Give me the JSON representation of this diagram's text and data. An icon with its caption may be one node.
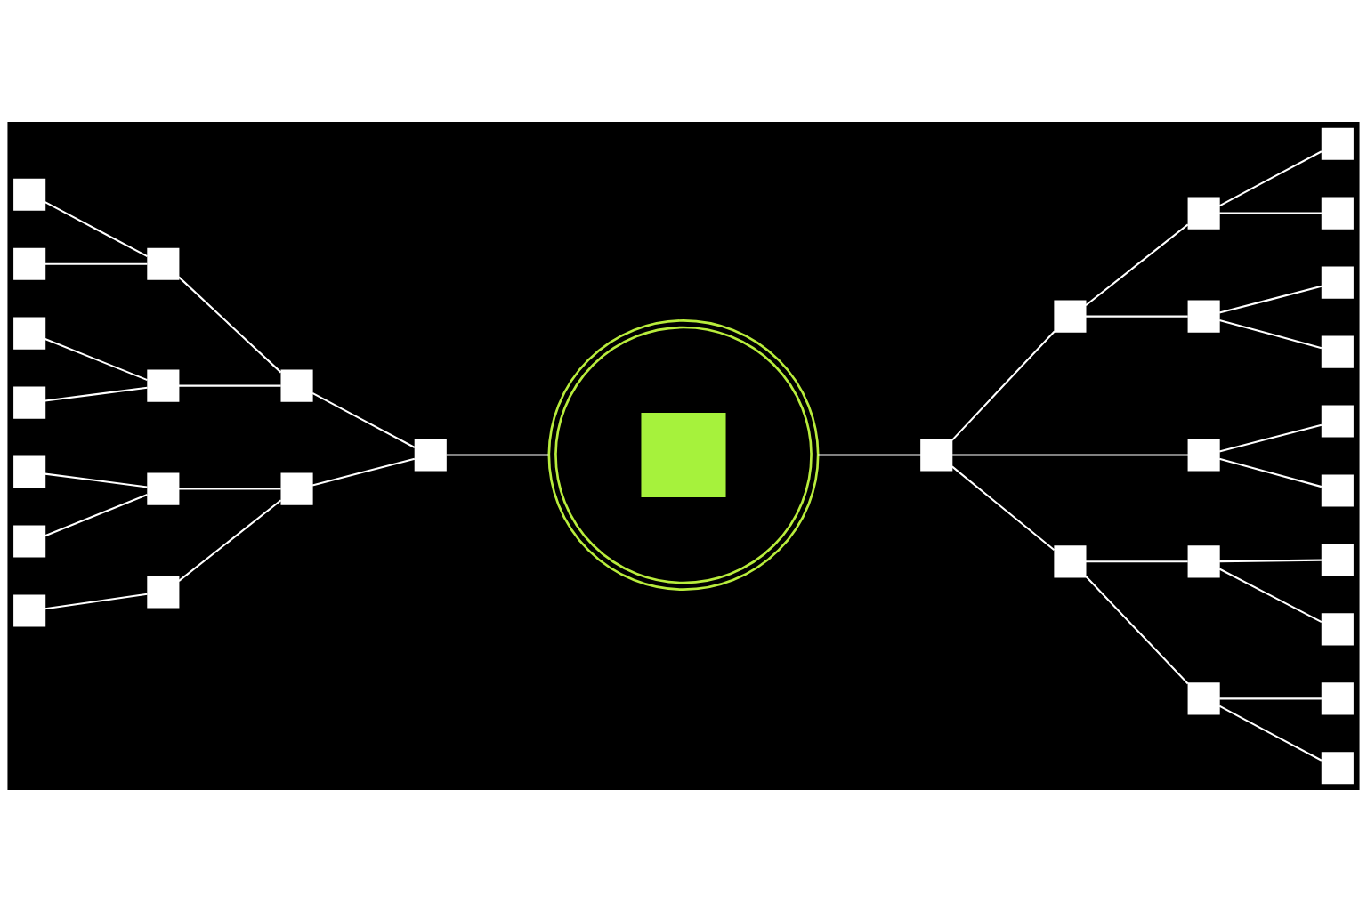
{
  "diagram": {
    "nodes": [
      {
        "text": [],
        "shape": "box"
      },
      {
        "text": [],
        "shape": "box"
      },
      {
        "text": [],
        "shape": "box"
      },
      {
        "text": [],
        "shape": "box"
      },
      {
        "text": [],
        "shape": "box"
      },
      {
        "text": [],
        "shape": "box"
      },
      {
        "text": [],
        "shape": "box"
      },
      {
        "text": [],
        "shape": "box"
      },
      {
        "text": [],
        "shape": "box"
      },
      {
        "text": [],
        "shape": "box"
      },
      {
        "text": [],
        "shape": "box"
      },
      {
        "text": [],
        "shape": "box"
      },
      {
        "text": [],
        "shape": "box"
      },
      {
        "text": [],
        "shape": "box"
      },
      {
        "text": [],
        "shape": "target"
      },
      {
        "text": [],
        "shape": "box"
      },
      {
        "text": [],
        "shape": "box"
      },
      {
        "text": [],
        "shape": "box"
      },
      {
        "text": [],
        "shape": "box"
      },
      {
        "text": [],
        "shape": "box"
      },
      {
        "text": [],
        "shape": "box"
      },
      {
        "text": [],
        "shape": "box"
      },
      {
        "text": [],
        "shape": "box"
      },
      {
        "text": [],
        "shape": "box"
      },
      {
        "text": [],
        "shape": "box"
      },
      {
        "text": [],
        "shape": "box"
      },
      {
        "text": [],
        "shape": "box"
      },
      {
        "text": [],
        "shape": "box"
      },
      {
        "text": [],
        "shape": "box"
      },
      {
        "text": [],
        "shape": "box"
      },
      {
        "text": [],
        "shape": "box"
      },
      {
        "text": [],
        "shape": "box"
      },
      {
        "text": [],
        "shape": "box"
      }
    ],
    "edges": [
      {
        "from": 0,
        "to": 7,
        "arrow": "none"
      },
      {
        "from": 1,
        "to": 7,
        "arrow": "none"
      },
      {
        "from": 2,
        "to": 8,
        "arrow": "none"
      },
      {
        "from": 3,
        "to": 8,
        "arrow": "none"
      },
      {
        "from": 4,
        "to": 9,
        "arrow": "none"
      },
      {
        "from": 5,
        "to": 9,
        "arrow": "none"
      },
      {
        "from": 6,
        "to": 10,
        "arrow": "none"
      },
      {
        "from": 7,
        "to": 11,
        "arrow": "none"
      },
      {
        "from": 8,
        "to": 11,
        "arrow": "none"
      },
      {
        "from": 9,
        "to": 12,
        "arrow": "none"
      },
      {
        "from": 10,
        "to": 12,
        "arrow": "none"
      },
      {
        "from": 11,
        "to": 13,
        "arrow": "none"
      },
      {
        "from": 12,
        "to": 13,
        "arrow": "none"
      },
      {
        "from": 13,
        "to": 14,
        "arrow": "none"
      },
      {
        "from": 14,
        "to": 15,
        "arrow": "none"
      },
      {
        "from": 15,
        "to": 16,
        "arrow": "none"
      },
      {
        "from": 15,
        "to": 20,
        "arrow": "none"
      },
      {
        "from": 15,
        "to": 17,
        "arrow": "none"
      },
      {
        "from": 16,
        "to": 18,
        "arrow": "none"
      },
      {
        "from": 16,
        "to": 19,
        "arrow": "none"
      },
      {
        "from": 17,
        "to": 21,
        "arrow": "none"
      },
      {
        "from": 17,
        "to": 22,
        "arrow": "none"
      },
      {
        "from": 18,
        "to": 23,
        "arrow": "none"
      },
      {
        "from": 18,
        "to": 24,
        "arrow": "none"
      },
      {
        "from": 19,
        "to": 25,
        "arrow": "none"
      },
      {
        "from": 19,
        "to": 26,
        "arrow": "none"
      },
      {
        "from": 20,
        "to": 27,
        "arrow": "none"
      },
      {
        "from": 20,
        "to": 28,
        "arrow": "none"
      },
      {
        "from": 21,
        "to": 29,
        "arrow": "none"
      },
      {
        "from": 21,
        "to": 30,
        "arrow": "none"
      },
      {
        "from": 22,
        "to": 31,
        "arrow": "none"
      },
      {
        "from": 22,
        "to": 32,
        "arrow": "none"
      }
    ]
  }
}
